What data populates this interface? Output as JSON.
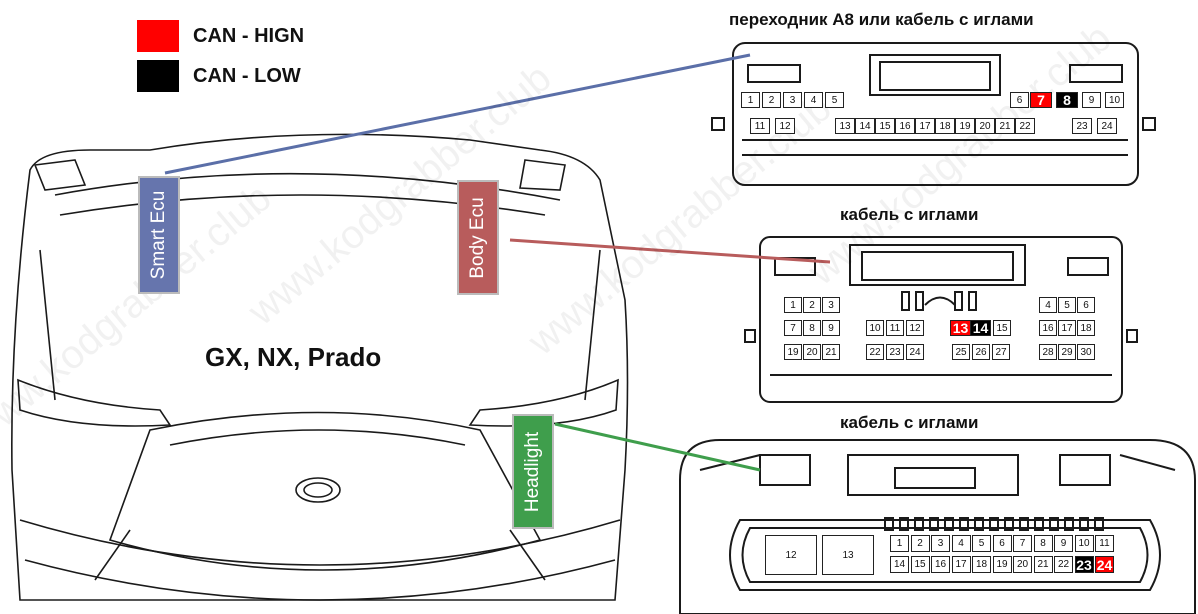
{
  "legend": {
    "high": {
      "label": "CAN - HIGN",
      "color": "#ff0000"
    },
    "low": {
      "label": "CAN - LOW",
      "color": "#000000"
    }
  },
  "car_label": "GX, NX, Prado",
  "tags": {
    "smart_ecu": {
      "label": "Smart Ecu",
      "color": "#6675ad"
    },
    "body_ecu": {
      "label": "Body Ecu",
      "color": "#b85c5c"
    },
    "headlight": {
      "label": "Headlight",
      "color": "#3f9e4c"
    }
  },
  "connectors": {
    "c1": {
      "title": "переходник A8 или кабель с иглами",
      "line_color": "#5b6fa8",
      "top_row": [
        "1",
        "2",
        "3",
        "4",
        "5",
        "6",
        "7",
        "8",
        "9",
        "10"
      ],
      "bottom_row": [
        "11",
        "12",
        "13",
        "14",
        "15",
        "16",
        "17",
        "18",
        "19",
        "20",
        "21",
        "22",
        "23",
        "24"
      ],
      "can_high_pin": "7",
      "can_low_pin": "8"
    },
    "c2": {
      "title": "кабель с иглами",
      "line_color": "#b85c5c",
      "rows": [
        [
          "1",
          "2",
          "3",
          "4",
          "5",
          "6"
        ],
        [
          "7",
          "8",
          "9",
          "10",
          "11",
          "12",
          "13",
          "14",
          "15",
          "16",
          "17",
          "18"
        ],
        [
          "19",
          "20",
          "21",
          "22",
          "23",
          "24",
          "25",
          "26",
          "27",
          "28",
          "29",
          "30"
        ]
      ],
      "can_high_pin": "13",
      "can_low_pin": "14"
    },
    "c3": {
      "title": "кабель с иглами",
      "line_color": "#3f9e4c",
      "large_pins": [
        "12",
        "13"
      ],
      "top_row": [
        "1",
        "2",
        "3",
        "4",
        "5",
        "6",
        "7",
        "8",
        "9",
        "10",
        "11"
      ],
      "bottom_row": [
        "14",
        "15",
        "16",
        "17",
        "18",
        "19",
        "20",
        "21",
        "22",
        "23",
        "24"
      ],
      "can_low_pin": "23",
      "can_high_pin": "24"
    }
  },
  "watermark": "www.kodgrabber.club"
}
